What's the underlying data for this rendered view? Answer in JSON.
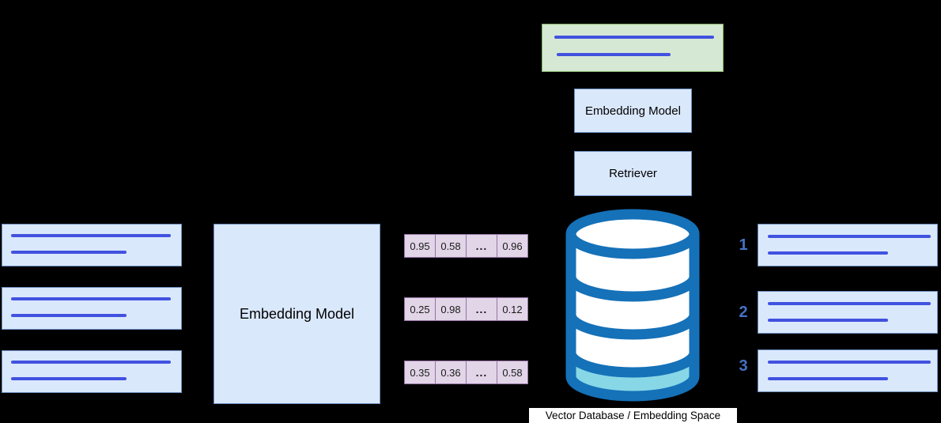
{
  "colors": {
    "background": "#000000",
    "line_blue": "#4152e0",
    "doc_fill": "#dae8fc",
    "doc_border": "#6c8ebf",
    "query_fill": "#d5e8d4",
    "query_border": "#82b366",
    "vector_fill": "#e1d5e7",
    "vector_border": "#9673a6",
    "db_blue": "#1571b8",
    "db_cyan": "#87d7e6",
    "rank_blue": "#4472c4",
    "label_bg": "#ffffff",
    "text_color": "#000000"
  },
  "pipeline": {
    "embedding_model_label": "Embedding Model",
    "retriever_label": "Retriever"
  },
  "encoder": {
    "label": "Embedding Model"
  },
  "vector_rows": [
    {
      "cells": [
        "0.95",
        "0.58",
        "...",
        "0.96"
      ]
    },
    {
      "cells": [
        "0.25",
        "0.98",
        "...",
        "0.12"
      ]
    },
    {
      "cells": [
        "0.35",
        "0.36",
        "...",
        "0.58"
      ]
    }
  ],
  "database": {
    "label": "Vector Database / Embedding Space",
    "icon": "database-cylinder-icon"
  },
  "results": [
    {
      "rank": "1"
    },
    {
      "rank": "2"
    },
    {
      "rank": "3"
    }
  ]
}
